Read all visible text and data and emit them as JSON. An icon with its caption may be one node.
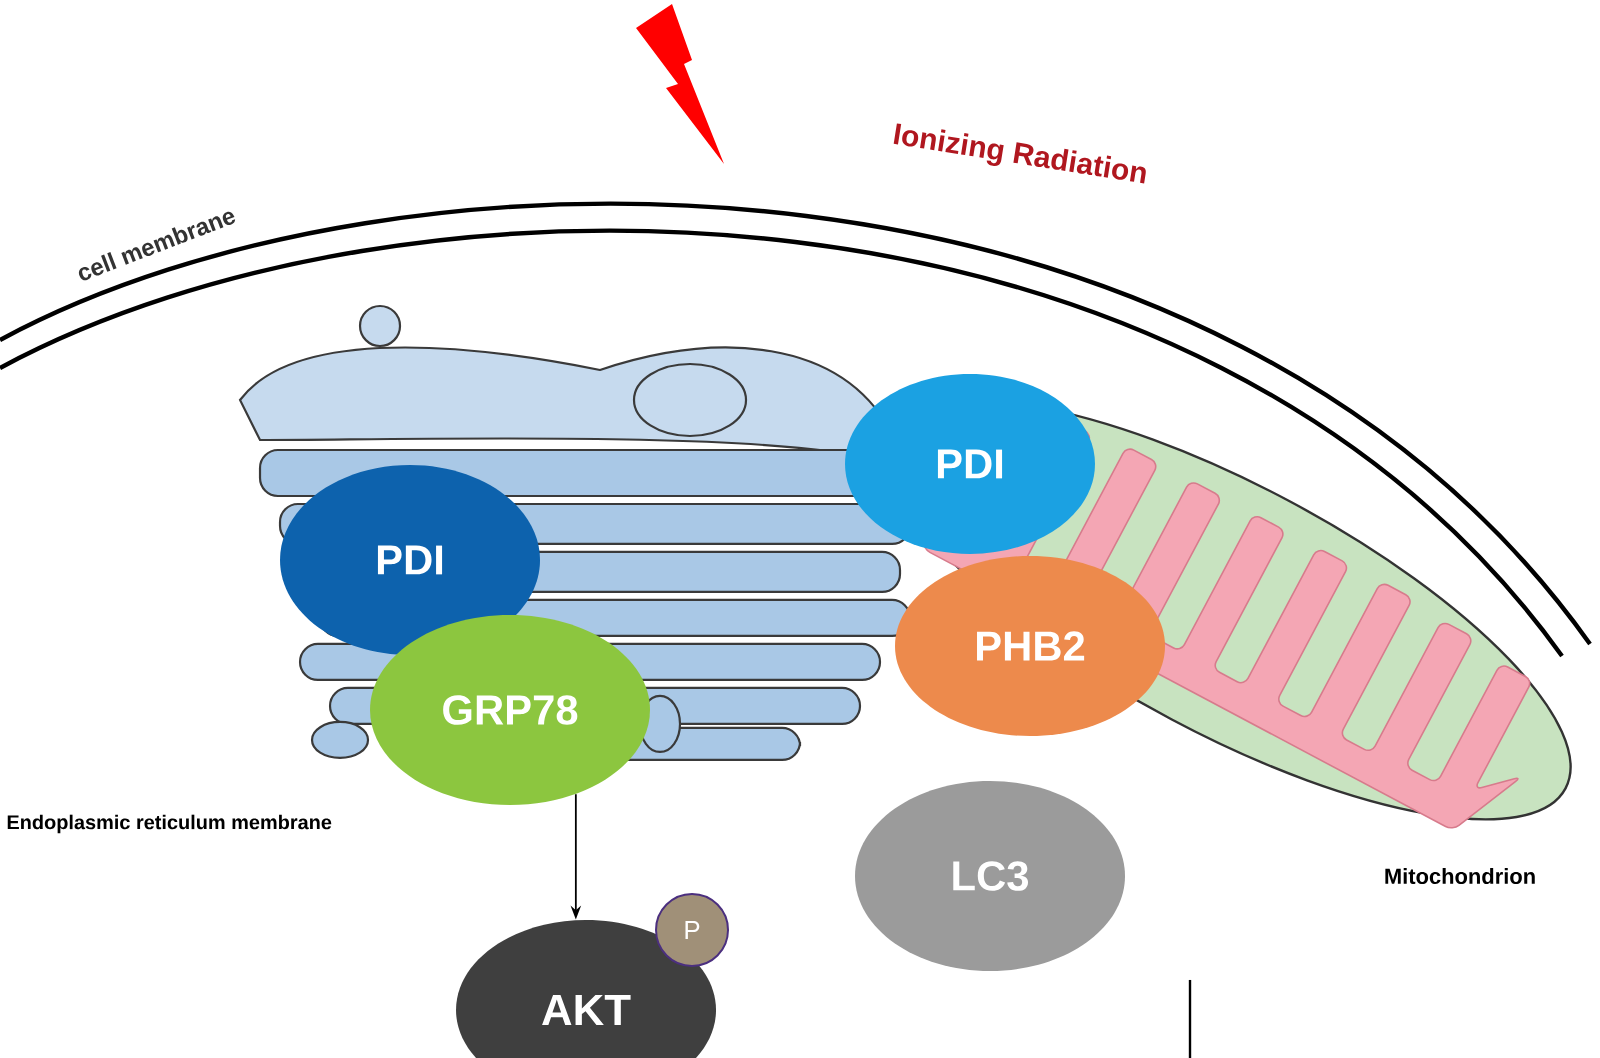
{
  "diagram": {
    "nodes": [
      {
        "text": [
          "PDI"
        ]
      },
      {
        "text": [
          "GRP78"
        ]
      },
      {
        "text": [
          "PDI"
        ]
      },
      {
        "text": [
          "PHB2"
        ]
      },
      {
        "text": [
          "LC3"
        ]
      },
      {
        "text": [
          "AKT"
        ]
      },
      {
        "text": [
          "P"
        ]
      }
    ],
    "edges": [
      {
        "from": 1,
        "to": 5,
        "arrow": "to"
      }
    ],
    "labels": [
      "Ionizing Radiation",
      "cell membrane",
      "Endoplasmic reticulum membrane",
      "Mitochondrion"
    ]
  }
}
